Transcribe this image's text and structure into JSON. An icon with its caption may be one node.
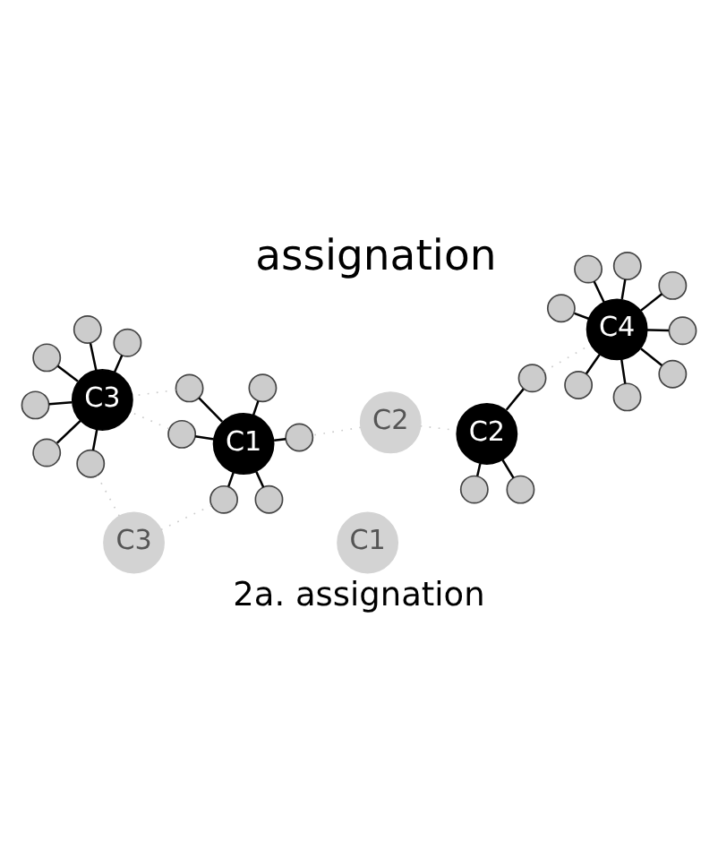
{
  "diagram": {
    "caption": "2a. assignation",
    "nodes": [
      {
        "text": [
          "C1"
        ]
      },
      {
        "text": [],
        "shape": "circle"
      },
      {
        "text": [
          "C2"
        ]
      },
      {
        "text": [
          "C1"
        ]
      },
      {
        "text": [
          "C2"
        ]
      },
      {
        "text": [],
        "shape": "circle"
      },
      {
        "text": [],
        "shape": "circle"
      },
      {
        "text": [],
        "shape": "circle"
      },
      {
        "text": [],
        "shape": "circle"
      },
      {
        "text": [],
        "shape": "circle"
      },
      {
        "text": [],
        "shape": "circle"
      },
      {
        "text": [],
        "shape": "circle"
      },
      {
        "text": [],
        "shape": "circle"
      },
      {
        "text": [],
        "shape": "circle"
      },
      {
        "text": [],
        "shape": "circle"
      },
      {
        "text": [
          "C3"
        ]
      },
      {
        "text": [],
        "shape": "circle"
      },
      {
        "text": [
          "C3"
        ]
      },
      {
        "text": [],
        "shape": "circle"
      },
      {
        "text": [],
        "shape": "circle"
      },
      {
        "text": [
          "C4"
        ]
      },
      {
        "text": [],
        "shape": "circle"
      },
      {
        "text": [],
        "shape": "circle"
      },
      {
        "text": [],
        "shape": "circle"
      },
      {
        "text": [],
        "shape": "circle"
      },
      {
        "text": [],
        "shape": "circle"
      },
      {
        "text": [],
        "shape": "circle"
      },
      {
        "text": [],
        "shape": "circle"
      },
      {
        "text": [],
        "shape": "circle"
      },
      {
        "text": [],
        "shape": "circle"
      }
    ],
    "edges": [
      {
        "from": 3,
        "to": 1,
        "arrow": "none"
      },
      {
        "from": 3,
        "to": 5,
        "arrow": "none"
      },
      {
        "from": 3,
        "to": 6,
        "arrow": "none"
      },
      {
        "from": 3,
        "to": 7,
        "arrow": "none"
      },
      {
        "from": 3,
        "to": 11,
        "arrow": "none"
      },
      {
        "from": 3,
        "to": 12,
        "arrow": "none"
      },
      {
        "from": 4,
        "to": 8,
        "arrow": "none"
      },
      {
        "from": 4,
        "to": 13,
        "arrow": "none"
      },
      {
        "from": 4,
        "to": 9,
        "arrow": "none"
      },
      {
        "from": 17,
        "to": 18,
        "arrow": "none"
      },
      {
        "from": 17,
        "to": 19,
        "arrow": "none"
      },
      {
        "from": 17,
        "to": 21,
        "arrow": "none"
      },
      {
        "from": 17,
        "to": 22,
        "arrow": "none"
      },
      {
        "from": 17,
        "to": 23,
        "arrow": "none"
      },
      {
        "from": 17,
        "to": 26,
        "arrow": "none"
      },
      {
        "from": 20,
        "to": 10,
        "arrow": "none"
      },
      {
        "from": 20,
        "to": 14,
        "arrow": "none"
      },
      {
        "from": 20,
        "to": 16,
        "arrow": "none"
      },
      {
        "from": 20,
        "to": 24,
        "arrow": "none"
      },
      {
        "from": 20,
        "to": 25,
        "arrow": "none"
      },
      {
        "from": 20,
        "to": 27,
        "arrow": "none"
      },
      {
        "from": 20,
        "to": 28,
        "arrow": "none"
      },
      {
        "from": 20,
        "to": 29,
        "arrow": "none"
      },
      {
        "from": 2,
        "to": 1,
        "arrow": "none",
        "style": "dashed",
        "color": "#cccccc"
      },
      {
        "from": 2,
        "to": 4,
        "arrow": "none",
        "style": "dashed",
        "color": "#cccccc"
      },
      {
        "from": 12,
        "to": 17,
        "arrow": "none",
        "style": "dashed",
        "color": "#cccccc"
      },
      {
        "from": 11,
        "to": 17,
        "arrow": "none",
        "style": "dashed",
        "color": "#cccccc"
      },
      {
        "from": 7,
        "to": 15,
        "arrow": "none",
        "style": "dashed",
        "color": "#cccccc"
      },
      {
        "from": 15,
        "to": 22,
        "arrow": "none",
        "style": "dashed",
        "color": "#cccccc"
      },
      {
        "from": 13,
        "to": 20,
        "arrow": "none",
        "style": "dashed",
        "color": "#cccccc"
      }
    ],
    "labels": [
      "assignation"
    ]
  }
}
